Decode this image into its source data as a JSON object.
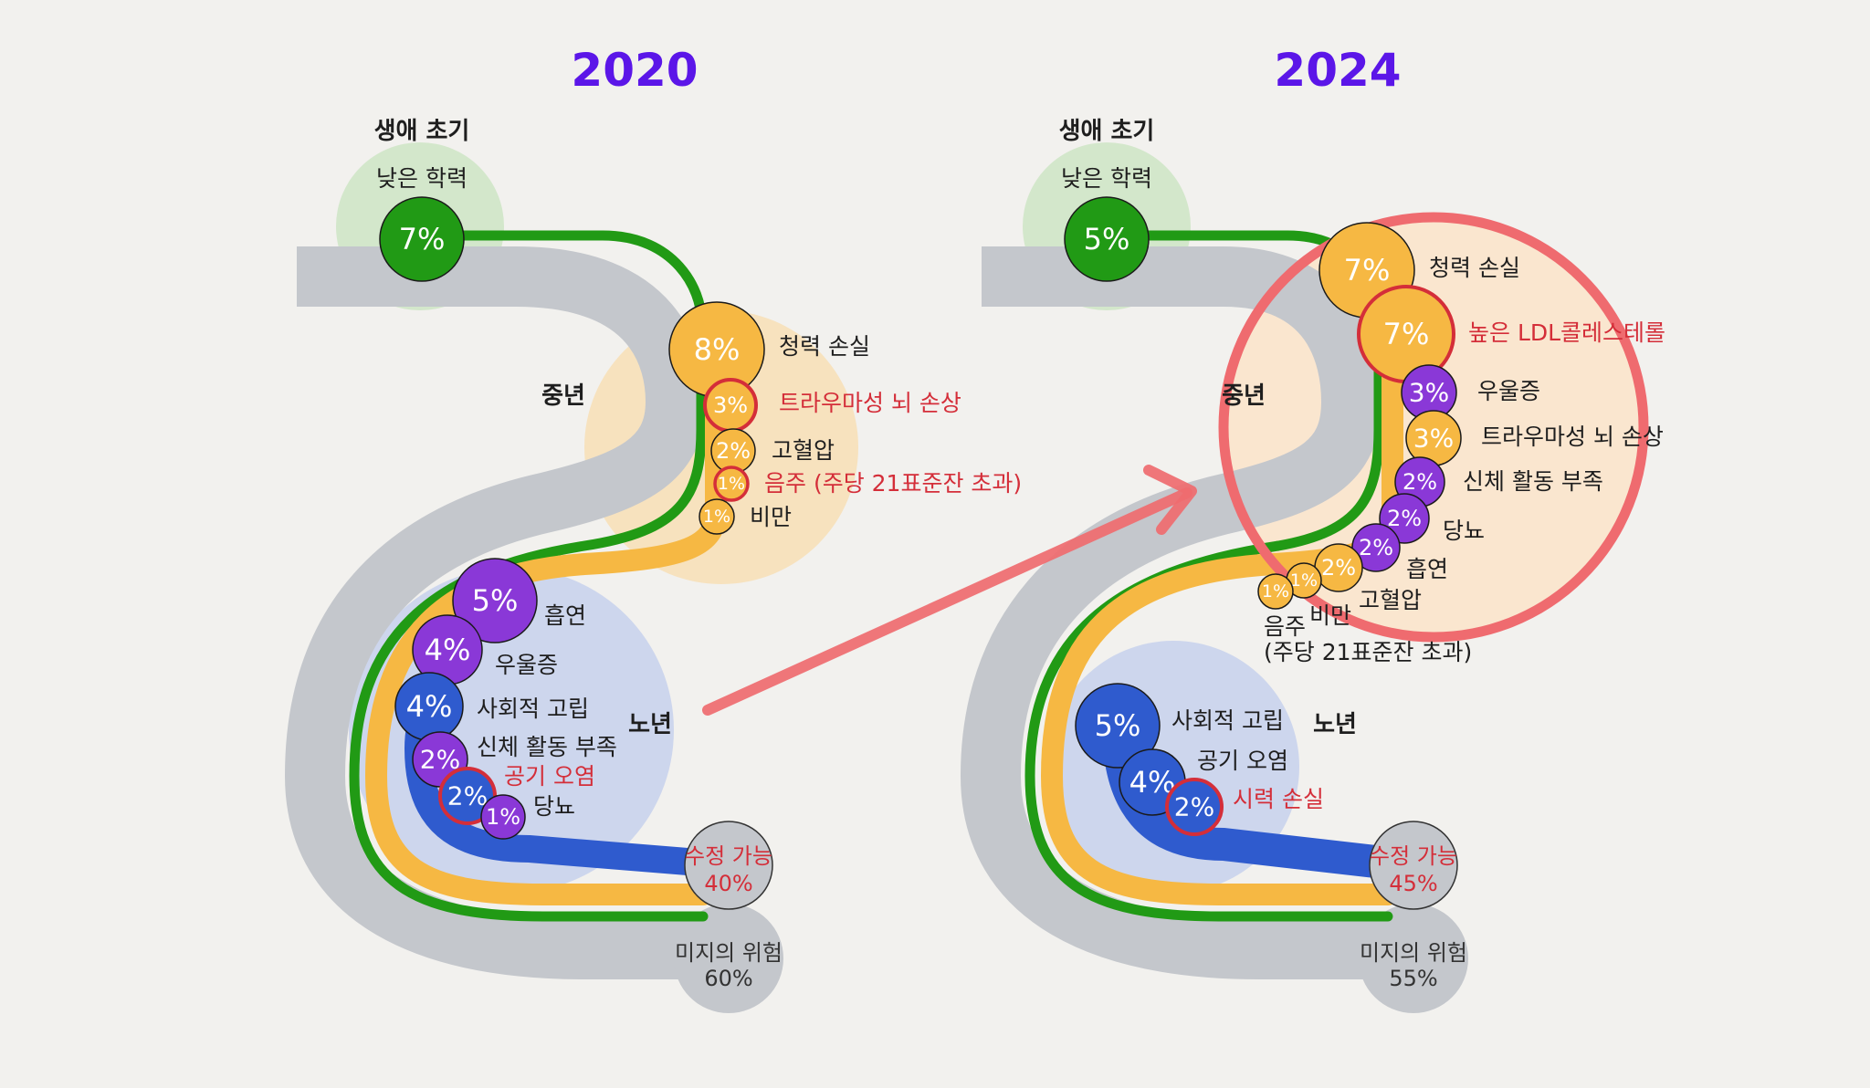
{
  "colors": {
    "road": "#c4c7cc",
    "green": "#219a15",
    "orange": "#f6b843",
    "purple": "#8a38d7",
    "blue": "#2f5bce",
    "red": "#ef6b6f",
    "year": "#5b16e8"
  },
  "panels": [
    {
      "year": "2020",
      "stages": {
        "early": "생애 초기",
        "mid": "중년",
        "late": "노년"
      },
      "early_life": [
        {
          "label": "낮은 학력",
          "pct": "7%",
          "color": "green"
        }
      ],
      "mid_life": [
        {
          "label": "청력 손실",
          "pct": "8%",
          "color": "orange"
        },
        {
          "label": "트라우마성 뇌 손상",
          "pct": "3%",
          "color": "orange",
          "new": true
        },
        {
          "label": "고혈압",
          "pct": "2%",
          "color": "orange"
        },
        {
          "label": "음주 (주당 21표준잔 초과)",
          "pct": "1%",
          "color": "orange",
          "new": true
        },
        {
          "label": "비만",
          "pct": "1%",
          "color": "orange"
        }
      ],
      "late_life": [
        {
          "label": "흡연",
          "pct": "5%",
          "color": "purple"
        },
        {
          "label": "우울증",
          "pct": "4%",
          "color": "purple"
        },
        {
          "label": "사회적 고립",
          "pct": "4%",
          "color": "blue"
        },
        {
          "label": "신체 활동 부족",
          "pct": "2%",
          "color": "purple"
        },
        {
          "label": "공기 오염",
          "pct": "2%",
          "color": "blue",
          "new": true
        },
        {
          "label": "당뇨",
          "pct": "1%",
          "color": "purple"
        }
      ],
      "modifiable": {
        "label": "수정 가능",
        "pct": "40%"
      },
      "unknown": {
        "label": "미지의 위험",
        "pct": "60%"
      }
    },
    {
      "year": "2024",
      "stages": {
        "early": "생애 초기",
        "mid": "중년",
        "late": "노년"
      },
      "early_life": [
        {
          "label": "낮은 학력",
          "pct": "5%",
          "color": "green"
        }
      ],
      "mid_life": [
        {
          "label": "청력 손실",
          "pct": "7%",
          "color": "orange"
        },
        {
          "label": "높은 LDL콜레스테롤",
          "pct": "7%",
          "color": "orange",
          "new": true
        },
        {
          "label": "우울증",
          "pct": "3%",
          "color": "purple"
        },
        {
          "label": "트라우마성 뇌 손상",
          "pct": "3%",
          "color": "orange"
        },
        {
          "label": "신체 활동 부족",
          "pct": "2%",
          "color": "purple"
        },
        {
          "label": "당뇨",
          "pct": "2%",
          "color": "purple"
        },
        {
          "label": "흡연",
          "pct": "2%",
          "color": "purple"
        },
        {
          "label": "고혈압",
          "pct": "2%",
          "color": "orange"
        },
        {
          "label": "비만",
          "pct": "1%",
          "color": "orange"
        },
        {
          "label": "음주",
          "label2": "(주당 21표준잔 초과)",
          "pct": "1%",
          "color": "orange"
        }
      ],
      "late_life": [
        {
          "label": "사회적 고립",
          "pct": "5%",
          "color": "blue"
        },
        {
          "label": "공기 오염",
          "pct": "4%",
          "color": "blue"
        },
        {
          "label": "시력 손실",
          "pct": "2%",
          "color": "blue",
          "new": true
        }
      ],
      "modifiable": {
        "label": "수정 가능",
        "pct": "45%"
      },
      "unknown": {
        "label": "미지의 위험",
        "pct": "55%"
      }
    }
  ]
}
